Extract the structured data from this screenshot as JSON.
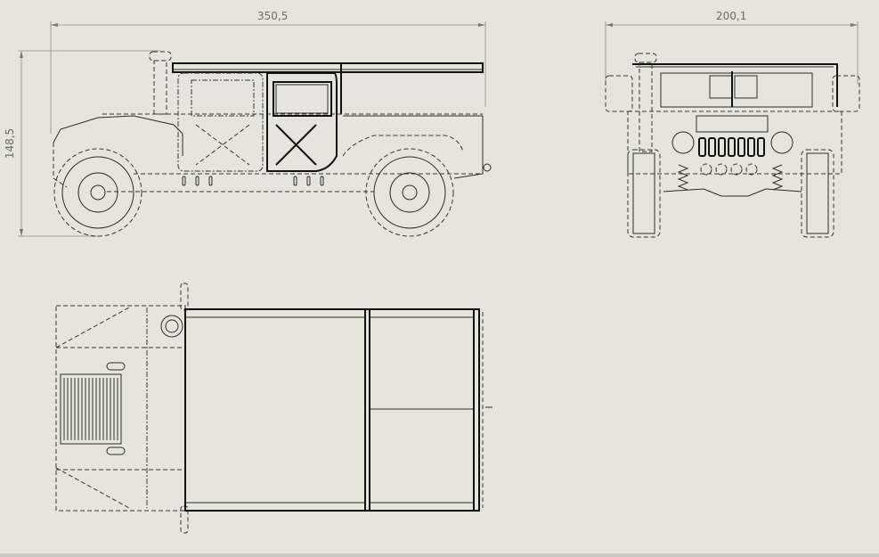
{
  "drawing": {
    "subject": "Military utility vehicle (HMMWV) orthographic views",
    "views": [
      "side-view",
      "front-view",
      "top-view"
    ],
    "dimensions": {
      "side_length": "350,5",
      "side_height": "148,5",
      "front_width": "200,1"
    },
    "colors": {
      "background": "#e6e5dd",
      "line": "#2a2a2a",
      "dimension": "#6b6b6b"
    }
  }
}
